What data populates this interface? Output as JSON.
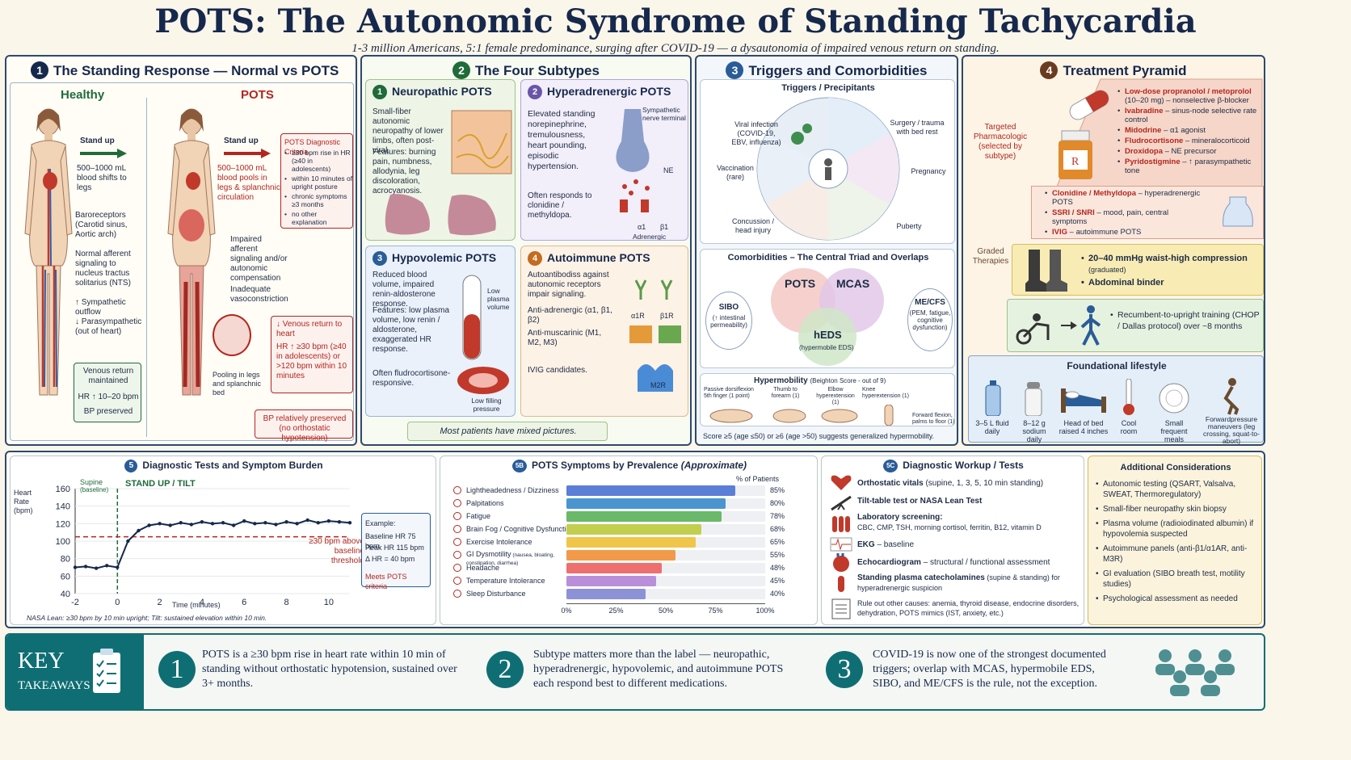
{
  "header": {
    "title": "POTS: The Autonomic Syndrome of Standing Tachycardia",
    "subtitle": "1-3 million Americans, 5:1 female predominance, surging after COVID-19 — a dysautonomia of impaired venous return on standing."
  },
  "colors": {
    "navy": "#16284c",
    "teal": "#0f6e73",
    "red": "#b3261e",
    "green": "#1f6b3a"
  },
  "p1": {
    "num": "1",
    "title": "The Standing Response — Normal vs POTS",
    "healthy": "Healthy",
    "pots": "POTS",
    "h_stand": "Stand up",
    "h_blood": "500–1000 mL blood shifts to legs",
    "h_baro": "Baroreceptors (Carotid sinus, Aortic arch)",
    "h_aff": "Normal afferent signaling to nucleus tractus solitarius (NTS)",
    "h_symp": "↑ Sympathetic outflow",
    "h_para": "↓ Parasympathetic (out of heart)",
    "h_box1": "Venous return maintained",
    "h_box2": "HR ↑ 10–20 bpm",
    "h_box3": "BP preserved",
    "p_stand": "Stand up",
    "p_blood": "500–1000 mL blood pools in legs & splanchnic circulation",
    "p_impaired": "Impaired afferent signaling and/or autonomic compensation",
    "p_inadequate": "Inadequate vasoconstriction",
    "p_pooling": "Pooling in legs and splanchnic bed",
    "crit_title": "POTS Diagnostic Criteria",
    "crit": [
      "≥30 bpm rise in HR (≥40 in adolescents)",
      "within 10 minutes of upright posture",
      "chronic symptoms ≥3 months",
      "no other explanation"
    ],
    "venous": "↓ Venous return to heart",
    "hr": "HR ↑ ≥30 bpm (≥40 in adolescents) or >120 bpm within 10 minutes",
    "bp": "BP relatively preserved (no orthostatic hypotension)"
  },
  "p2": {
    "num": "2",
    "title": "The Four Subtypes",
    "s1": {
      "num": "1",
      "title": "Neuropathic POTS",
      "desc": "Small-fiber autonomic neuropathy of lower limbs, often post-viral.",
      "feat": "Features: burning pain, numbness, allodynia, leg discoloration, acrocyanosis."
    },
    "s2": {
      "num": "2",
      "title": "Hyperadrenergic POTS",
      "desc": "Elevated standing norepinephrine, tremulousness, heart pounding, episodic hypertension.",
      "resp": "Often responds to clonidine / methyldopa.",
      "lbl_term": "Sympathetic nerve terminal",
      "lbl_ne": "NE",
      "lbl_a1": "α1",
      "lbl_b1": "β1",
      "lbl_rec": "Adrenergic receptor"
    },
    "s3": {
      "num": "3",
      "title": "Hypovolemic POTS",
      "desc": "Reduced blood volume, impaired renin-aldosterone response.",
      "feat": "Features: low plasma volume, low renin / aldosterone, exaggerated HR response.",
      "resp": "Often fludrocortisone-responsive.",
      "lbl_low": "Low plasma volume",
      "lbl_fill": "Low filling pressure"
    },
    "s4": {
      "num": "4",
      "title": "Autoimmune POTS",
      "desc": "Autoantibodiss against autonomic receptors impair signaling.",
      "anti1": "Anti-adrenergic (α1, β1, β2)",
      "anti2": "Anti-muscarinic (M1, M2, M3)",
      "ivig": "IVIG candidates.",
      "lbl_a1r": "α1R",
      "lbl_b1r": "β1R",
      "lbl_m2r": "M2R"
    },
    "mixed": "Most patients have mixed pictures."
  },
  "p3": {
    "num": "3",
    "title": "Triggers and Comorbidities",
    "trig_title": "Triggers / Precipitants",
    "trig": {
      "viral": "Viral infection (COVID-19, EBV, influenza)",
      "surgery": "Surgery / trauma with bed rest",
      "vacc": "Vaccination (rare)",
      "preg": "Pregnancy",
      "conc": "Concussion / head injury",
      "pub": "Puberty"
    },
    "com_title": "Comorbidities – The Central Triad and Overlaps",
    "pots": "POTS",
    "mcas": "MCAS",
    "heds": "hEDS",
    "heds_sub": "(hypermobile EDS)",
    "sibo": "SIBO",
    "sibo_sub": "(↑ intestinal permeability)",
    "mecfs": "ME/CFS",
    "mecfs_sub": "(PEM, fatigue, cognitive dysfunction)",
    "hyp_title": "Hypermobility",
    "hyp_sub": "(Beighton Score - out of 9)",
    "hyp_items": [
      "Passive dorsiflexion 5th finger (1 point)",
      "Thumb to forearm (1)",
      "Elbow hyperextension (1)",
      "Knee hyperextension (1)",
      "Forward flexion, palms to floor (1)"
    ],
    "score": "Score ≥5 (age ≤50) or ≥6 (age >50) suggests generalized hypermobility."
  },
  "p4": {
    "num": "4",
    "title": "Treatment Pyramid",
    "targeted": "Targeted Pharmacologic (selected by subtype)",
    "graded": "Graded Therapies",
    "drugs1": [
      {
        "n": "Low-dose propranolol / metoprolol",
        "d": " (10–20 mg) – nonselective β-blocker"
      },
      {
        "n": "Ivabradine",
        "d": " – sinus-node selective rate control"
      },
      {
        "n": "Midodrine",
        "d": " – α1 agonist"
      },
      {
        "n": "Fludrocortisone",
        "d": " – mineralocorticoid"
      },
      {
        "n": "Droxidopa",
        "d": " – NE precursor"
      },
      {
        "n": "Pyridostigmine",
        "d": " – ↑ parasympathetic tone"
      }
    ],
    "drugs2": [
      {
        "n": "Clonidine / Methyldopa",
        "d": " – hyperadrenergic POTS"
      },
      {
        "n": "SSRI / SNRI",
        "d": " – mood, pain, central symptoms"
      },
      {
        "n": "IVIG",
        "d": " – autoimmune POTS"
      }
    ],
    "comp1": "20–40 mmHg waist-high compression",
    "comp1s": "(graduated)",
    "comp2": "Abdominal binder",
    "train1": "Recumbent-to-upright training (CHOP / Dallas protocol) over ~8 months",
    "found": "Foundational lifestyle",
    "life": [
      "3–5 L fluid daily",
      "8–12 g sodium daily",
      "Head of bed raised 4 inches",
      "Cool room",
      "Small frequent meals",
      "Forwardpressure maneuvers (leg crossing, squat-to-abort)"
    ]
  },
  "p5": {
    "num": "5",
    "title": "Diagnostic Tests and Symptom Burden",
    "supine": "Supine",
    "baseline": "(baseline)",
    "stand": "STAND UP / TILT",
    "ylab": "Heart Rate (bpm)",
    "xlab": "Time (minutes)",
    "thr": "≥30 bpm above baseline threshold",
    "ex_title": "Example:",
    "ex1": "Baseline HR 75 bpm",
    "ex2": "Peak HR 115 bpm",
    "ex3": "Δ HR = 40 bpm",
    "ex4": "Meets POTS criteria",
    "note": "NASA Lean: ≥30 bpm by 10 min upright; Tilt: sustained elevation within 10 min."
  },
  "hr_chart": {
    "type": "line",
    "x": [
      -2,
      -1.5,
      -1,
      -0.5,
      0,
      0.5,
      1,
      1.5,
      2,
      2.5,
      3,
      3.5,
      4,
      4.5,
      5,
      5.5,
      6,
      6.5,
      7,
      7.5,
      8,
      8.5,
      9,
      9.5,
      10,
      10.5,
      11
    ],
    "y": [
      70,
      71,
      69,
      72,
      70,
      100,
      112,
      118,
      120,
      118,
      121,
      119,
      122,
      120,
      121,
      118,
      123,
      120,
      121,
      119,
      122,
      120,
      124,
      121,
      123,
      122,
      121
    ],
    "xlim": [
      -2,
      11
    ],
    "ylim": [
      40,
      160
    ],
    "xticks": [
      -2,
      0,
      2,
      4,
      6,
      8,
      10
    ],
    "yticks": [
      40,
      60,
      80,
      100,
      120,
      140,
      160
    ],
    "threshold": 105
  },
  "p5b": {
    "num": "5B",
    "title": "POTS Symptoms by Prevalence",
    "title_em": "(Approximate)",
    "pct_label": "% of Patients"
  },
  "symptoms_chart": {
    "type": "bar",
    "categories": [
      "Lightheadedness / Dizziness",
      "Palpitations",
      "Fatigue",
      "Brain Fog / Cognitive Dysfunction",
      "Exercise Intolerance",
      "GI Dysmotility",
      "Headache",
      "Temperature Intolerance",
      "Sleep Disturbance"
    ],
    "sub": [
      "",
      "",
      "",
      "",
      "",
      "(nausea, bloating, constipation, diarrhea)",
      "",
      "",
      ""
    ],
    "values": [
      85,
      80,
      78,
      68,
      65,
      55,
      48,
      45,
      40
    ],
    "labels": [
      "85%",
      "80%",
      "78%",
      "68%",
      "65%",
      "55%",
      "48%",
      "45%",
      "40%"
    ],
    "colors": [
      "#5b7fd6",
      "#4a95cf",
      "#6ab86a",
      "#c2cf4e",
      "#f0c64a",
      "#f19a4a",
      "#ee6f6f",
      "#b98fd9",
      "#8d92d6"
    ],
    "xticks": [
      "0%",
      "25%",
      "50%",
      "75%",
      "100%"
    ]
  },
  "p5c": {
    "num": "5C",
    "title": "Diagnostic Workup / Tests",
    "items": [
      {
        "n": "Orthostatic vitals",
        "d": " (supine, 1, 3, 5, 10 min standing)"
      },
      {
        "n": "Tilt-table test or NASA Lean Test",
        "d": ""
      },
      {
        "n": "Laboratory screening:",
        "d": "CBC, CMP, TSH, morning cortisol, ferritin, B12, vitamin D"
      },
      {
        "n": "EKG",
        "d": " – baseline"
      },
      {
        "n": "Echocardiogram",
        "d": " – structural / functional assessment"
      },
      {
        "n": "Standing plasma catecholamines",
        "d": " (supine & standing) for hyperadrenergic suspicion"
      },
      {
        "n": "",
        "d": "Rule out other causes: anemia, thyroid disease, endocrine disorders, dehydration, POTS mimics (IST, anxiety, etc.)"
      }
    ],
    "add_title": "Additional Considerations",
    "add": [
      "Autonomic testing (QSART, Valsalva, SWEAT, Thermoregulatory)",
      "Small-fiber neuropathy skin biopsy",
      "Plasma volume (radioiodinated albumin) if hypovolemia suspected",
      "Autoimmune panels (anti-β1/α1AR, anti-M3R)",
      "GI evaluation (SIBO breath test, motility studies)",
      "Psychological assessment as needed"
    ]
  },
  "takeaways": {
    "key": "KEY",
    "tk": "TAKEAWAYS",
    "items": [
      {
        "n": "1",
        "t": "POTS is a ≥30 bpm rise in heart rate within 10 min of standing without orthostatic hypotension, sustained over 3+ months."
      },
      {
        "n": "2",
        "t": "Subtype matters more than the label — neuropathic, hyperadrenergic, hypovolemic, and autoimmune POTS each respond best to different medications."
      },
      {
        "n": "3",
        "t": "COVID-19 is now one of the strongest documented triggers; overlap with MCAS, hypermobile EDS, SIBO, and ME/CFS is the rule, not the exception."
      }
    ]
  }
}
